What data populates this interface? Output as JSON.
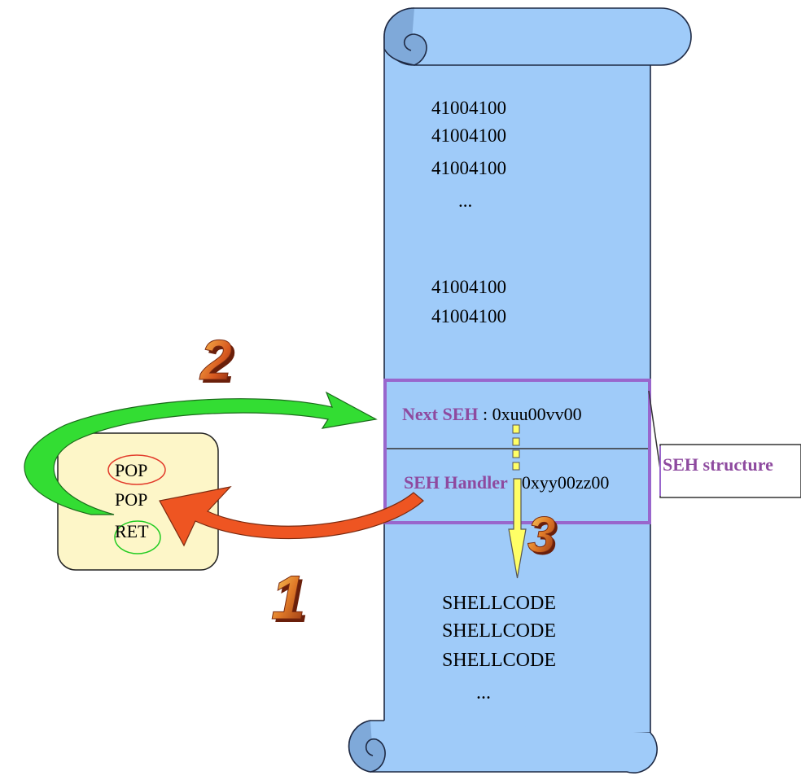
{
  "scroll": {
    "lines_top": [
      "41004100",
      "41004100",
      "41004100",
      "..."
    ],
    "lines_mid": [
      "41004100",
      "41004100"
    ],
    "lines_bottom": [
      "SHELLCODE",
      "SHELLCODE",
      "SHELLCODE",
      "..."
    ]
  },
  "seh": {
    "next_label": "Next SEH",
    "next_value": " : 0xuu00vv00",
    "handler_label": "SEH Handler",
    "handler_value": " : 0xyy00zz00",
    "structure_label": "SEH structure"
  },
  "gadget": {
    "instructions": [
      "POP",
      "POP",
      "RET"
    ]
  },
  "steps": [
    "1",
    "2",
    "3"
  ],
  "colors": {
    "scroll_fill": "#9fcbf9",
    "scroll_stroke": "#1f2a44",
    "seh_border": "#9966cc",
    "seh_text": "#8e4a9f",
    "gadget_fill": "#fdf6c8",
    "arrow_green": "#33dd33",
    "arrow_orange": "#ee5522",
    "arrow_yellow": "#ffff66"
  }
}
